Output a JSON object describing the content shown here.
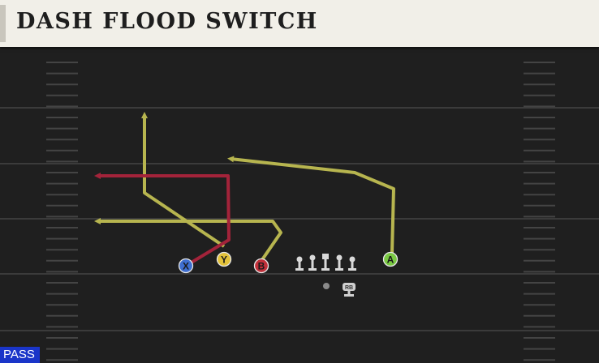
{
  "play": {
    "title": "DASH FLOOD SWITCH",
    "type_badge": "PASS"
  },
  "players": {
    "x": {
      "label": "X",
      "color": "#3f6fd1"
    },
    "y": {
      "label": "Y",
      "color": "#e3c23a"
    },
    "b": {
      "label": "B",
      "color": "#c0303a"
    },
    "a": {
      "label": "A",
      "color": "#7ac943"
    },
    "rb": {
      "label": "RB",
      "color": "#cfcfcf"
    }
  },
  "colors": {
    "route_yellow": "#b7b54f",
    "route_red": "#a3233a",
    "field": "#1f1f1f",
    "yard_line": "#3b3b3b",
    "hash": "#444444",
    "lineman": "#d9d9d9"
  },
  "icons": {
    "lineman": "lineman-t-icon",
    "center": "center-square-icon",
    "quarterback": "qb-dot-icon"
  }
}
